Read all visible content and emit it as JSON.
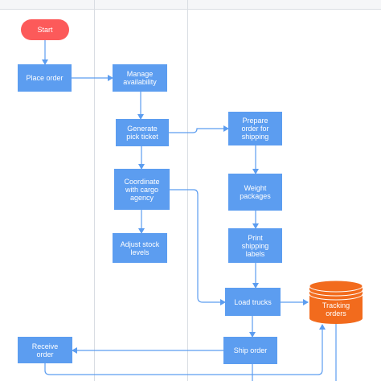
{
  "diagram": {
    "colors": {
      "process": "#5c9df0",
      "start": "#fc5a5a",
      "database": "#f26b1d",
      "connector": "#5c9df0",
      "lane_line": "#d9dde3"
    },
    "nodes": {
      "start": "Start",
      "place_order": "Place order",
      "manage_availability": "Manage\navailability",
      "generate_pick_ticket": "Generate\npick ticket",
      "prepare_order": "Prepare\norder for\nshipping",
      "coordinate_cargo": "Coordinate\nwith cargo\nagency",
      "weight_packages": "Weight\npackages",
      "adjust_stock": "Adjust stock\nlevels",
      "print_labels": "Print\nshipping\nlabels",
      "load_trucks": "Load trucks",
      "tracking_orders": "Tracking\norders",
      "receive_order": "Receive\norder",
      "ship_order": "Ship order"
    }
  }
}
